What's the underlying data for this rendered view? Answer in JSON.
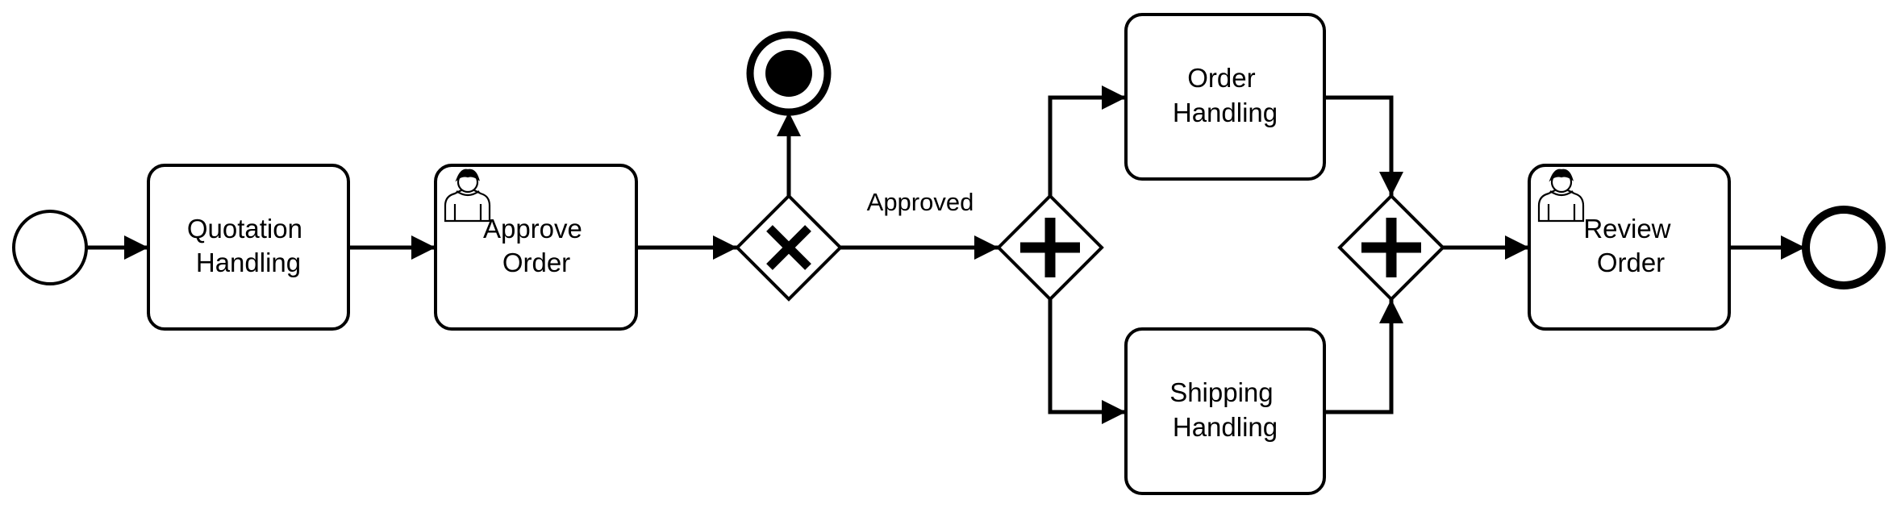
{
  "diagram": {
    "type": "bpmn-process",
    "nodes": [
      {
        "id": "start",
        "kind": "start-event"
      },
      {
        "id": "quotation",
        "kind": "task",
        "label_lines": [
          "Quotation",
          "Handling"
        ]
      },
      {
        "id": "approve",
        "kind": "user-task",
        "label_lines": [
          "Approve",
          "Order"
        ]
      },
      {
        "id": "xor",
        "kind": "exclusive-gateway"
      },
      {
        "id": "reject-end",
        "kind": "end-event-terminate"
      },
      {
        "id": "split",
        "kind": "parallel-gateway"
      },
      {
        "id": "order-handling",
        "kind": "task",
        "label_lines": [
          "Order",
          "Handling"
        ]
      },
      {
        "id": "shipping-handling",
        "kind": "task",
        "label_lines": [
          "Shipping",
          "Handling"
        ]
      },
      {
        "id": "join",
        "kind": "parallel-gateway"
      },
      {
        "id": "review",
        "kind": "user-task",
        "label_lines": [
          "Review",
          "Order"
        ]
      },
      {
        "id": "end",
        "kind": "end-event"
      }
    ],
    "flows": [
      {
        "from": "start",
        "to": "quotation",
        "label": ""
      },
      {
        "from": "quotation",
        "to": "approve",
        "label": ""
      },
      {
        "from": "approve",
        "to": "xor",
        "label": ""
      },
      {
        "from": "xor",
        "to": "reject-end",
        "label": ""
      },
      {
        "from": "xor",
        "to": "split",
        "label": "Approved"
      },
      {
        "from": "split",
        "to": "order-handling",
        "label": ""
      },
      {
        "from": "split",
        "to": "shipping-handling",
        "label": ""
      },
      {
        "from": "order-handling",
        "to": "join",
        "label": ""
      },
      {
        "from": "shipping-handling",
        "to": "join",
        "label": ""
      },
      {
        "from": "join",
        "to": "review",
        "label": ""
      },
      {
        "from": "review",
        "to": "end",
        "label": ""
      }
    ]
  },
  "tasks": {
    "quotation": {
      "line1": "Quotation",
      "line2": "Handling"
    },
    "approve": {
      "line1": "Approve",
      "line2": "Order",
      "icon": "user-icon"
    },
    "order_handling": {
      "line1": "Order",
      "line2": "Handling"
    },
    "shipping_handling": {
      "line1": "Shipping",
      "line2": "Handling"
    },
    "review": {
      "line1": "Review",
      "line2": "Order",
      "icon": "user-icon"
    }
  },
  "flow_labels": {
    "approved": "Approved"
  },
  "colors": {
    "stroke": "#000000",
    "fill": "#ffffff"
  }
}
